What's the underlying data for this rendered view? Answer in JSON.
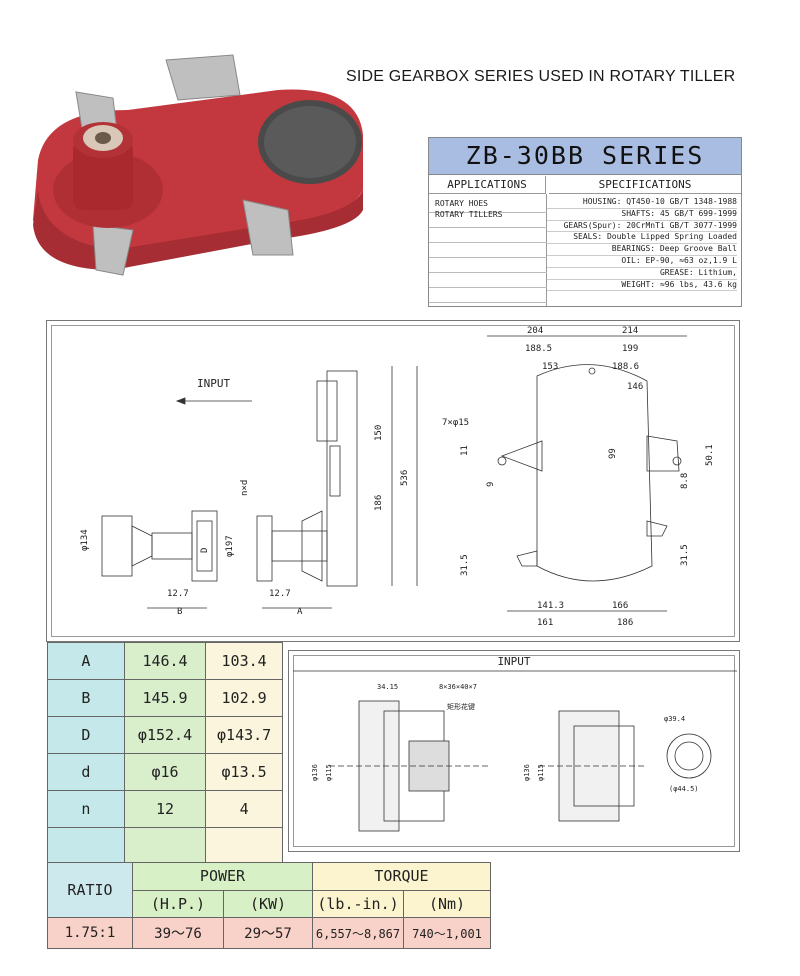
{
  "headline": "SIDE GEARBOX SERIES USED IN ROTARY TILLER",
  "colors": {
    "spec_title_bg": "#a9bde3",
    "housing_red": "#c0393f",
    "ratio_row": "#f8d2c8"
  },
  "spec_card": {
    "title": "ZB-30BB SERIES",
    "applications_header": "APPLICATIONS",
    "specifications_header": "SPECIFICATIONS",
    "applications": [
      "ROTARY HOES",
      "ROTARY TILLERS"
    ],
    "specifications": [
      "HOUSING: QT450-10 GB/T 1348-1988",
      "SHAFTS: 45 GB/T 699-1999",
      "GEARS(Spur): 20CrMnTi GB/T 3077-1999",
      "SEALS: Double Lipped Spring Loaded",
      "BEARINGS: Deep Groove Ball",
      "OIL: EP-90, ≈63 oz,1.9 L",
      "GREASE: Lithium,",
      "WEIGHT: ≈96 lbs, 43.6 kg"
    ]
  },
  "drawing": {
    "input_label": "INPUT",
    "side_labels": {
      "d134": "φ134",
      "D": "D",
      "d197": "φ197",
      "nd": "n×d",
      "b": "12.7",
      "B": "B",
      "b2": "12.7",
      "A": "A",
      "v150": "150",
      "v186": "186",
      "v536": "536"
    },
    "top_dims": [
      "204",
      "214",
      "188.5",
      "199",
      "153",
      "188.6",
      "146"
    ],
    "right_dims": [
      "99",
      "50.1",
      "8.8",
      "31.5"
    ],
    "left_dims": [
      "7×φ15",
      "11",
      "9",
      "31.5"
    ],
    "bottom_dims": [
      "141.3",
      "166",
      "161",
      "186"
    ]
  },
  "dimension_table": {
    "rows": [
      {
        "label": "A",
        "v1": "146.4",
        "v2": "103.4"
      },
      {
        "label": "B",
        "v1": "145.9",
        "v2": "102.9"
      },
      {
        "label": "D",
        "v1": "φ152.4",
        "v2": "φ143.7"
      },
      {
        "label": "d",
        "v1": "φ16",
        "v2": "φ13.5"
      },
      {
        "label": "n",
        "v1": "12",
        "v2": "4"
      },
      {
        "label": "",
        "v1": "",
        "v2": ""
      }
    ]
  },
  "input_detail": {
    "title": "INPUT",
    "labels": [
      "34.15",
      "8×36×40×7",
      "矩形花键",
      "φ136",
      "φ115",
      "φ136",
      "φ115",
      "φ39.4",
      "(φ44.5)"
    ]
  },
  "ratio_table": {
    "ratio_header": "RATIO",
    "power_header": "POWER",
    "torque_header": "TORQUE",
    "hp_header": "(H.P.)",
    "kw_header": "(KW)",
    "lbin_header": "(lb.-in.)",
    "nm_header": "(Nm)",
    "row": {
      "ratio": "1.75:1",
      "hp": "39～76",
      "kw": "29～57",
      "lbin": "6,557～8,867",
      "nm": "740～1,001"
    }
  }
}
